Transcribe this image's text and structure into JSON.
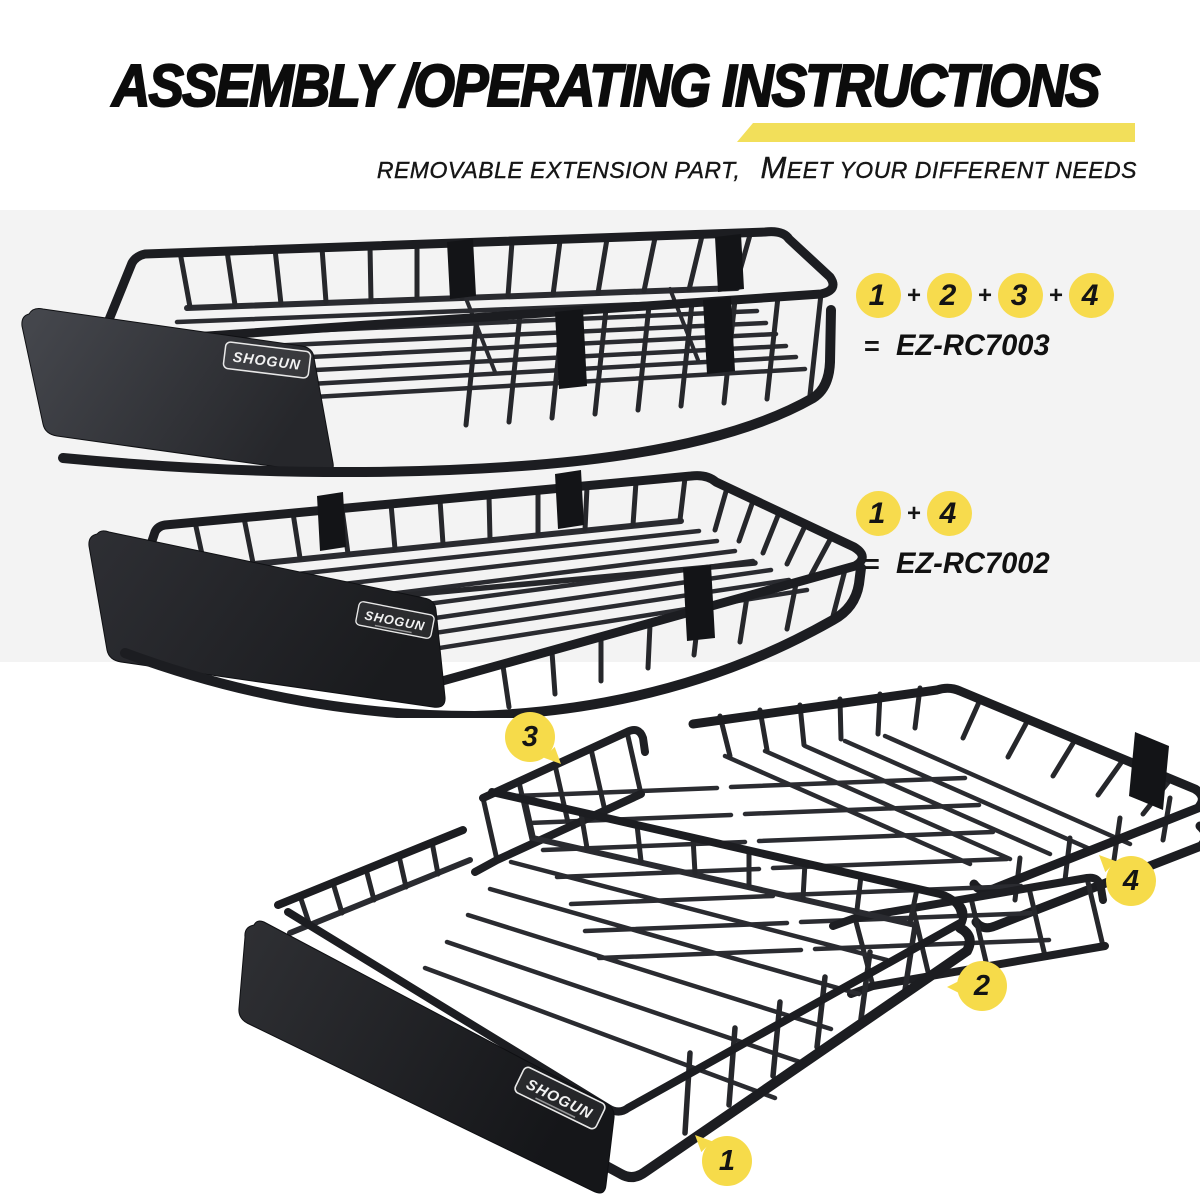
{
  "header": {
    "title": "ASSEMBLY /OPERATING INSTRUCTIONS",
    "subtitle_lead": "REMOVABLE EXTENSION PART,",
    "subtitle_emphasis_initial": "M",
    "subtitle_emphasis_rest": "EET YOUR DIFFERENT NEEDS"
  },
  "brand": {
    "logo_text": "SHOGUN"
  },
  "combos": [
    {
      "parts": [
        "1",
        "2",
        "3",
        "4"
      ],
      "plus": "+",
      "equals": "=",
      "model": "EZ-RC7003"
    },
    {
      "parts": [
        "1",
        "4"
      ],
      "plus": "+",
      "equals": "=",
      "model": "EZ-RC7002"
    }
  ],
  "callouts": {
    "c1": "1",
    "c2": "2",
    "c3": "3",
    "c4": "4"
  },
  "colors": {
    "accent_yellow": "#F7DB4D",
    "highlight_bar": "#F2DF5A",
    "band_gray": "#F3F3F3",
    "metal_dark": "#1C1D21",
    "ink": "#101010"
  }
}
